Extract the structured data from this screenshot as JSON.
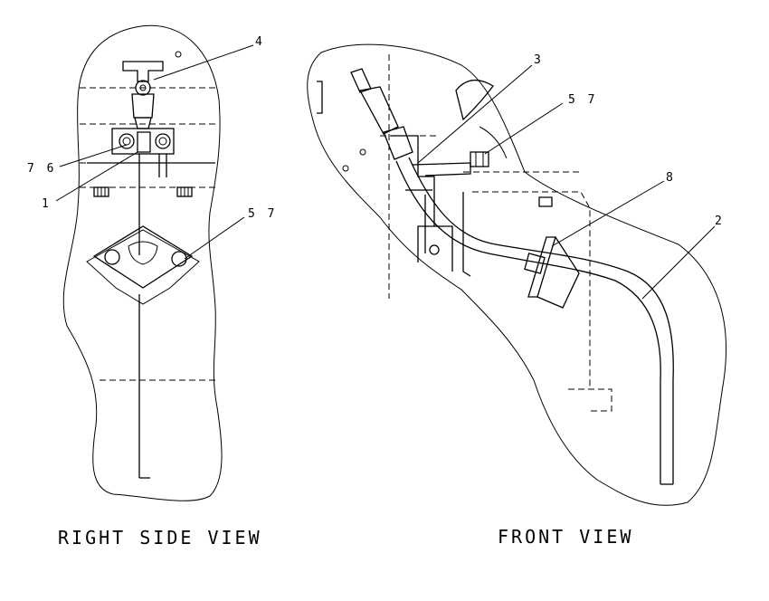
{
  "views": {
    "right_side": {
      "caption": "RIGHT SIDE VIEW",
      "callouts": [
        "4",
        "7 6",
        "1",
        "5 7"
      ]
    },
    "front": {
      "caption": "FRONT VIEW",
      "callouts": [
        "3",
        "5 7",
        "8",
        "2"
      ]
    }
  }
}
